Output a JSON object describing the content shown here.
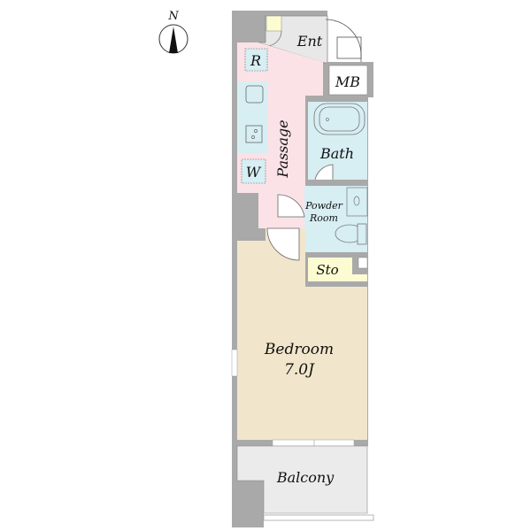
{
  "compass": {
    "north_label": "N"
  },
  "rooms": {
    "entrance": "Ent",
    "meter_box": "MB",
    "refrigerator": "R",
    "washer": "W",
    "passage": "Passage",
    "bath": "Bath",
    "powder_room_line1": "Powder",
    "powder_room_line2": "Room",
    "storage": "Sto",
    "bedroom": "Bedroom",
    "bedroom_size": "7.0J",
    "balcony": "Balcony"
  },
  "colors": {
    "wall": "#a9a9a9",
    "passage": "#fbe2e6",
    "wet_area": "#d7eef3",
    "bedroom": "#f1e6cc",
    "storage": "#fcfbd2",
    "entrance": "#e8e8e8",
    "balcony": "#ebebeb"
  }
}
